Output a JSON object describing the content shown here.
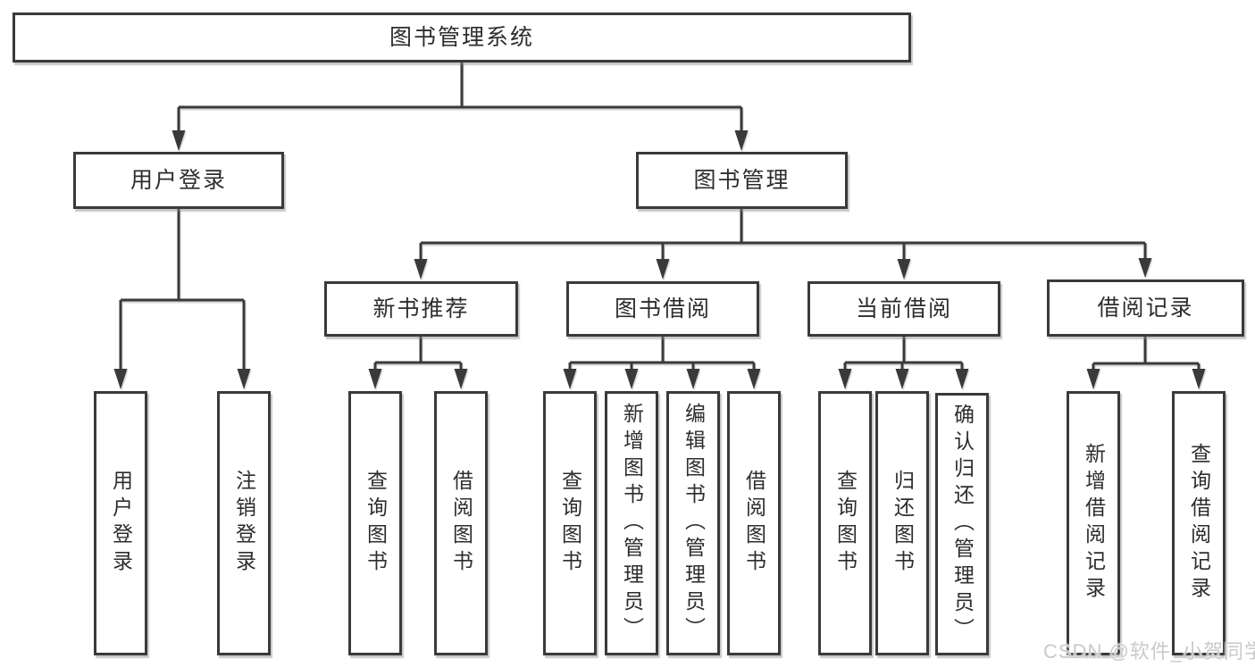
{
  "colors": {
    "line": "#3a3a3a",
    "text": "#2d2d2d",
    "background": "#ffffff",
    "watermark": "#c9c9c9"
  },
  "watermark": {
    "text": "CSDN @软件_小贺同学"
  },
  "tree": {
    "root": {
      "label": "图书管理系统",
      "children": [
        {
          "label": "用户登录",
          "children": [
            {
              "label": "用户登录"
            },
            {
              "label": "注销登录"
            }
          ]
        },
        {
          "label": "图书管理",
          "children": [
            {
              "label": "新书推荐",
              "children": [
                {
                  "label": "查询图书"
                },
                {
                  "label": "借阅图书"
                }
              ]
            },
            {
              "label": "图书借阅",
              "children": [
                {
                  "label": "查询图书"
                },
                {
                  "label": "新增图书（管理员）"
                },
                {
                  "label": "编辑图书（管理员）"
                },
                {
                  "label": "借阅图书"
                }
              ]
            },
            {
              "label": "当前借阅",
              "children": [
                {
                  "label": "查询图书"
                },
                {
                  "label": "归还图书"
                },
                {
                  "label": "确认归还（管理员）"
                }
              ]
            },
            {
              "label": "借阅记录",
              "children": [
                {
                  "label": "新增借阅记录"
                },
                {
                  "label": "查询借阅记录"
                }
              ]
            }
          ]
        }
      ]
    }
  }
}
